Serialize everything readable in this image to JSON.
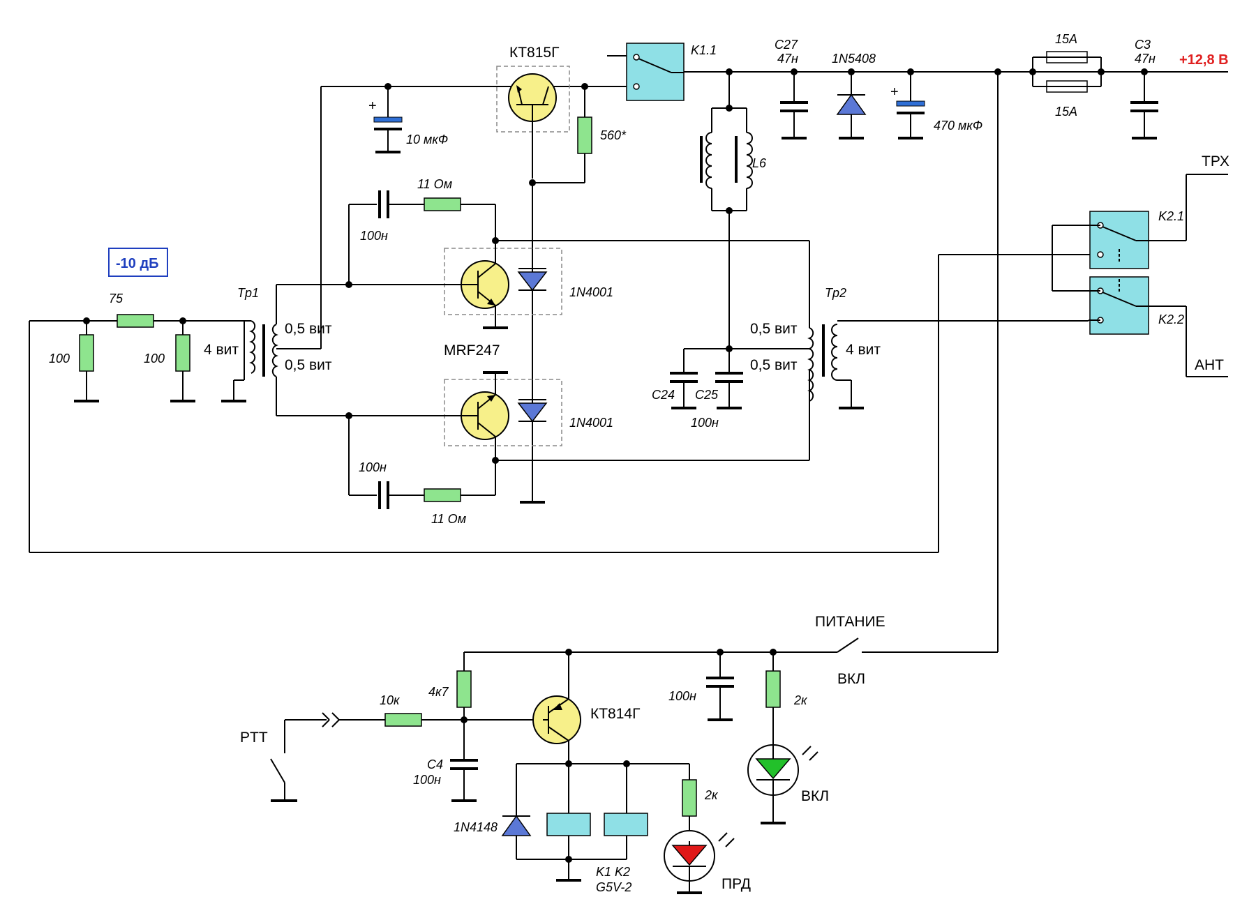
{
  "colors": {
    "resistor": "#8ee48e",
    "transistor": "#f7f08a",
    "relay": "#8fe0e6",
    "diode": "#5b78d6",
    "electrolytic": "#2f6fd6",
    "supply_label": "#e02020",
    "attenuator_label": "#1f3fbf",
    "led_green": "#22c02a",
    "led_red": "#e01818"
  },
  "labels": {
    "q_driver": "КТ815Г",
    "q_ptt": "КТ814Г",
    "q_final": "MRF247",
    "k11": "K1.1",
    "k21": "K2.1",
    "k22": "K2.2",
    "c27": "C27",
    "c27_val": "47н",
    "d_main": "1N5408",
    "c3": "C3",
    "c3_val": "47н",
    "fuse1": "15А",
    "fuse2": "15А",
    "supply": "+12,8 В",
    "c_470": "470 мкФ",
    "c_10u": "10 мкФ",
    "r_560": "560*",
    "l6": "L6",
    "r_11a": "11 Ом",
    "c_100a": "100н",
    "r_11b": "11 Ом",
    "c_100b": "100н",
    "d_1n4001a": "1N4001",
    "d_1n4001b": "1N4001",
    "attn": "-10 дБ",
    "r75": "75",
    "r100a": "100",
    "r100b": "100",
    "tp1": "Tp1",
    "tp2": "Tp2",
    "tp1_prim": "4 вит",
    "tp1_sec1": "0,5 вит",
    "tp1_sec2": "0,5 вит",
    "tp2_prim1": "0,5 вит",
    "tp2_prim2": "0,5 вит",
    "tp2_sec": "4 вит",
    "c24": "C24",
    "c25": "C25",
    "c2425_val": "100н",
    "trx": "ТРХ",
    "ant": "АНТ",
    "power": "ПИТАНИЕ",
    "power_on": "ВКЛ",
    "ptt": "PTT",
    "r10k": "10к",
    "r4k7": "4к7",
    "c4": "C4",
    "c4_val": "100н",
    "c100_pwr": "100н",
    "r2k_led_on": "2к",
    "r2k_led_tx": "2к",
    "led_on": "ВКЛ",
    "led_tx": "ПРД",
    "d_1n4148": "1N4148",
    "coils": "K1 K2",
    "relay_model": "G5V-2"
  }
}
